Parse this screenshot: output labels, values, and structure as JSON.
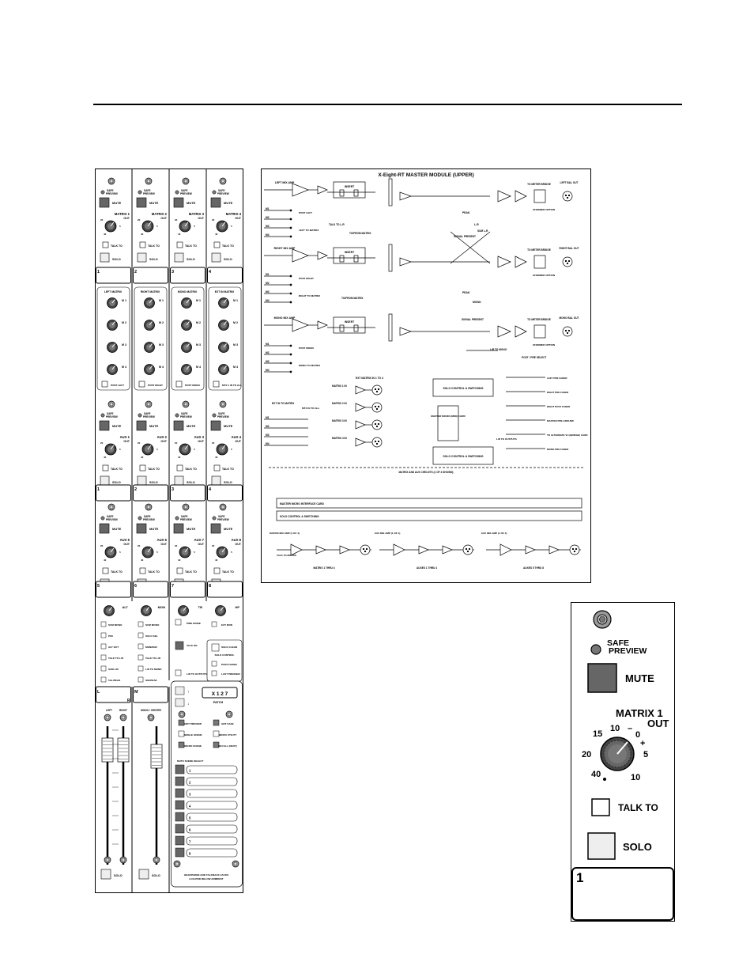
{
  "strip": {
    "safe_preview_line1": "SAFE",
    "safe_preview_line2": "PREVIEW",
    "mute": "MUTE",
    "matrix": [
      "MATRIX 1",
      "MATRIX 2",
      "MATRIX 3",
      "MATRIX 4"
    ],
    "out": "OUT",
    "aux_top": [
      "AUX 1",
      "AUX 2",
      "AUX 3",
      "AUX 4"
    ],
    "aux_bottom": [
      "AUX 5",
      "AUX 6",
      "AUX 7",
      "AUX 8"
    ],
    "talk_to": "TALK TO",
    "solo": "SOLO",
    "numbers_a": [
      "1",
      "2",
      "3",
      "4"
    ],
    "numbers_b": [
      "1",
      "2",
      "3",
      "4"
    ],
    "numbers_c": [
      "5",
      "6",
      "7",
      "8"
    ],
    "scale": [
      "15",
      "10",
      "0",
      "+",
      "20",
      "5",
      "40",
      "10"
    ]
  },
  "matrix_section": {
    "titles": [
      "LEFT MATRIX",
      "RIGHT MATRIX",
      "MONO MATRIX",
      "EXT IN MATRIX"
    ],
    "m_labels": [
      "M 1",
      "M 2",
      "M 3",
      "M 4"
    ],
    "post_labels": [
      "POST LEFT",
      "POST RIGHT",
      "POST MONO",
      "MTX 1 IN TO ALL"
    ]
  },
  "lower_section": {
    "col1_top": "ALT",
    "col2_top": "MON",
    "col3_top": "TB",
    "col4_top": "HP",
    "col1_items": [
      "SUM MONO",
      "PFE",
      "ALT OUT",
      "TALK TO L/R",
      "SUM L/R",
      "5AL/PEAK"
    ],
    "col2_items": [
      "SUM MONO",
      "SOLO SEL",
      "MON/PHN",
      "TALK TO L/R",
      "L/R TO MONO",
      "SIG/PEAK"
    ],
    "col3_items": [
      "PINK NOISE",
      "TALK ON",
      "L/R TO OUTPUTS"
    ],
    "col4_items": [
      "EXT MON",
      "SOLO CLEAR",
      "SOLO CONTROL",
      "POST FADER",
      "LAST PRESSED"
    ]
  },
  "master": {
    "l": "L",
    "r": "R",
    "m": "M",
    "left": "LEFT",
    "right": "RIGHT",
    "mono_center": "MONO / CENTER",
    "solo": "SOLO",
    "patch_display": "X 1 2 7",
    "patch": "PATCH",
    "edit_preview": "EDIT PREVIEW",
    "ent_safe": "ENT SAFE",
    "single_scene": "SINGLE SCENE",
    "micro_utility": "MICRO UTILITY",
    "micro_scene": "MICRO SCENE",
    "recall_next": "RECALL (NEXT)",
    "mute_scene_select": "MUTE SCENE SELECT",
    "scenes": [
      "1",
      "2",
      "3",
      "4",
      "5",
      "6",
      "7",
      "8"
    ],
    "headphone_note_1": "HEADPHONE AND TALKBACK JACKS",
    "headphone_note_2": "LOCATED BELOW ARMREST"
  },
  "schematic": {
    "title": "X-Eight-RT MASTER MODULE (UPPER)",
    "left_mix_amp": "LEFT MIX AMP",
    "right_mix_amp": "RIGHT MIX AMP",
    "mono_mix_amp": "MONO MIX AMP",
    "insert": "INSERT",
    "to_meter_bridge": "TO METER BRIDGE",
    "left_bal_out": "LEFT BAL OUT",
    "right_bal_out": "RIGHT BAL OUT",
    "mono_bal_out": "MONO BAL OUT",
    "xformer_option": "XFORMER OPTION",
    "peak": "PEAK",
    "lr": "L-R",
    "signal_present": "SIGNAL PRESENT",
    "sum_lr": "SUM L-R",
    "talk_to_lr": "TALK TO L-R",
    "to_from_matrix": "TO/FROM MATRIX",
    "mono": "MONO",
    "post_left": "POST LEFT",
    "post_right": "POST RIGHT",
    "post_mono": "POST MONO",
    "left_to_matrix": "LEFT TO MATRIX",
    "right_to_matrix": "RIGHT TO MATRIX",
    "mono_to_matrix": "MONO TO MATRIX",
    "m_inputs": [
      "M1",
      "M2",
      "M3",
      "M4"
    ],
    "ext_matrix": "EXT MATRIX IN 1 TO 4",
    "matrix_in": [
      "MATRIX 1 IN",
      "MATRIX 2 IN",
      "MATRIX 3 IN",
      "MATRIX 4 IN"
    ],
    "ext_in_to_matrix": "EXT IN TO MATRIX",
    "mtx_in_to_all": "MTX IN TO ALL",
    "solo_control": "SOLO CONTROL & SWITCHING",
    "master_micro": "MASTER MICRO (MIDI) CARD",
    "lr_to_mono": "L/R TO MONO",
    "post_pre_select": "POST / PRE SELECT",
    "lr_to_outputs": "L/R TO OUTPUTS",
    "right_labels": [
      "LEFT PRE FADER",
      "RIGHT PRE FADER",
      "RIGHT POST FADER",
      "MASTER PRE GROUND",
      "TO ALTERNATE VU (BRIDGE) CARD",
      "MONO PRE FADER"
    ],
    "matrix_aux_circuits": "MATRIX AND AUX CIRCUITS (1 OF 4 SHOWN)",
    "master_micro_interface": "MASTER MICRO INTERFACE CARD",
    "matrix_thru": "MATRIX 1 THRU 4",
    "auxes_1_4": "AUXES 1 THRU 4",
    "auxes_5_8": "AUXES 5 THRU 8",
    "matrix_mix_amp": "MATRIX MIX AMP (1 OF 4)",
    "aux_mix_amp": "AUX MIX AMP (1 OF 4)",
    "talk_to_matrix": "TALK TO MATRIX"
  },
  "detail": {
    "safe": "SAFE",
    "preview": "PREVIEW",
    "mute": "MUTE",
    "matrix_title": "MATRIX 1",
    "out": "OUT",
    "scale_15": "15",
    "scale_10": "10",
    "scale_minus": "–",
    "scale_0": "0",
    "scale_plus": "+",
    "scale_20": "20",
    "scale_5": "5",
    "scale_40": "40",
    "scale_10b": "10",
    "talk_to": "TALK TO",
    "solo": "SOLO",
    "number": "1"
  }
}
